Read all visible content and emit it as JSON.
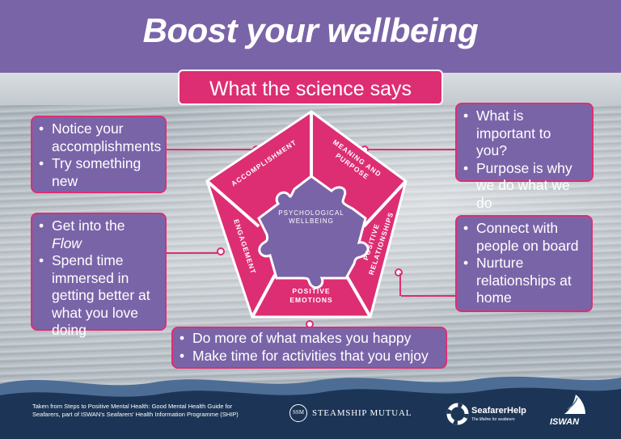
{
  "header": {
    "title": "Boost your wellbeing",
    "subtitle": "What the science says"
  },
  "colors": {
    "purple": "#7a64a8",
    "pink": "#dd2e73",
    "navy": "#1c3556",
    "white": "#ffffff"
  },
  "diagram": {
    "center_label_line1": "PSYCHOLOGICAL",
    "center_label_line2": "WELLBEING",
    "segments": {
      "accomplishment": "ACCOMPLISHMENT",
      "meaning_line1": "MEANING AND",
      "meaning_line2": "PURPOSE",
      "relationships_line1": "POSITIVE",
      "relationships_line2": "RELATIONSHIPS",
      "emotions_line1": "POSITIVE",
      "emotions_line2": "EMOTIONS",
      "engagement": "ENGAGEMENT"
    }
  },
  "boxes": {
    "accomplishment": [
      "Notice your accomplishments",
      "Try something new"
    ],
    "meaning": [
      "What is important to you?",
      "Purpose is why we do what we do"
    ],
    "engagement": {
      "item1_prefix": "Get into the ",
      "item1_emph": "Flow",
      "item2": "Spend time immersed in getting better at what you love doing"
    },
    "relationships": [
      "Connect with people on board",
      "Nurture relationships at home"
    ],
    "emotions": [
      "Do more of what makes you happy",
      "Make time for activities that you enjoy"
    ]
  },
  "footer": {
    "source": "Taken from Steps to Positive Mental Health: Good Mental Health Guide for Seafarers, part of ISWAN's Seafarers' Health Information Programme (SHIP)",
    "logo_steamship": "STEAMSHIP MUTUAL",
    "logo_steamship_mark": "SSM",
    "logo_seafarerhelp": "SeafarerHelp",
    "logo_seafarerhelp_tag": "The lifeline for seafarers",
    "logo_iswan": "ISWAN"
  }
}
